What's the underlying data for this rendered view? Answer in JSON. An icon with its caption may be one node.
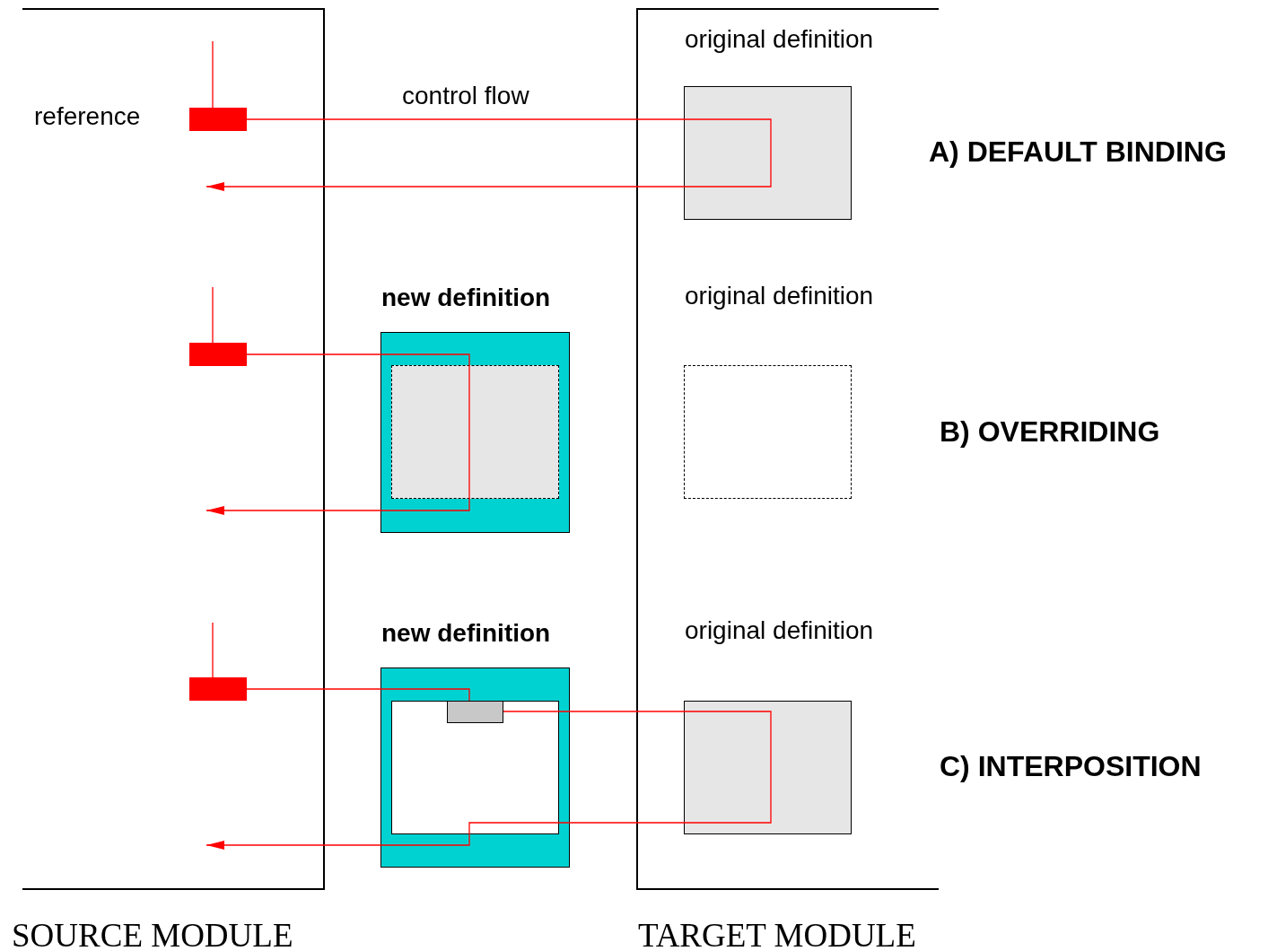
{
  "diagram": {
    "nodes": [
      {
        "text": [
          "SOURCE MODULE"
        ]
      },
      {
        "text": [],
        "shape": "bar",
        "in": 0,
        "beside": [
          "reference"
        ]
      },
      {
        "text": [],
        "shape": "bar",
        "in": 0
      },
      {
        "text": [],
        "shape": "bar",
        "in": 0
      },
      {
        "text": [
          "TARGET MODULE"
        ]
      },
      {
        "text": [
          "original definition"
        ],
        "in": 4
      },
      {
        "text": [
          "original definition"
        ],
        "in": 4
      },
      {
        "text": [
          "original definition"
        ],
        "in": 4
      },
      {
        "text": [
          "new definition"
        ]
      },
      {
        "text": [],
        "shape": "box",
        "in": 8
      },
      {
        "text": [
          "new definition"
        ]
      },
      {
        "text": [],
        "shape": "box",
        "in": 10
      },
      {
        "text": [],
        "shape": "box",
        "in": 11
      }
    ],
    "edges": [
      {
        "from": 1,
        "to": 5,
        "arrow": "none",
        "label": "control flow"
      },
      {
        "from": 5,
        "to": null,
        "arrow": "to"
      },
      {
        "from": null,
        "to": 1,
        "arrow": "none"
      },
      {
        "from": 2,
        "to": 9,
        "arrow": "none"
      },
      {
        "from": 9,
        "to": null,
        "arrow": "to"
      },
      {
        "from": null,
        "to": 2,
        "arrow": "none"
      },
      {
        "from": 3,
        "to": 12,
        "arrow": "none"
      },
      {
        "from": 12,
        "to": 7,
        "arrow": "none"
      },
      {
        "from": 7,
        "to": null,
        "arrow": "to"
      },
      {
        "from": null,
        "to": 3,
        "arrow": "none"
      }
    ],
    "labels": [
      "A) DEFAULT BINDING",
      "B) OVERRIDING",
      "C) INTERPOSITION"
    ]
  }
}
